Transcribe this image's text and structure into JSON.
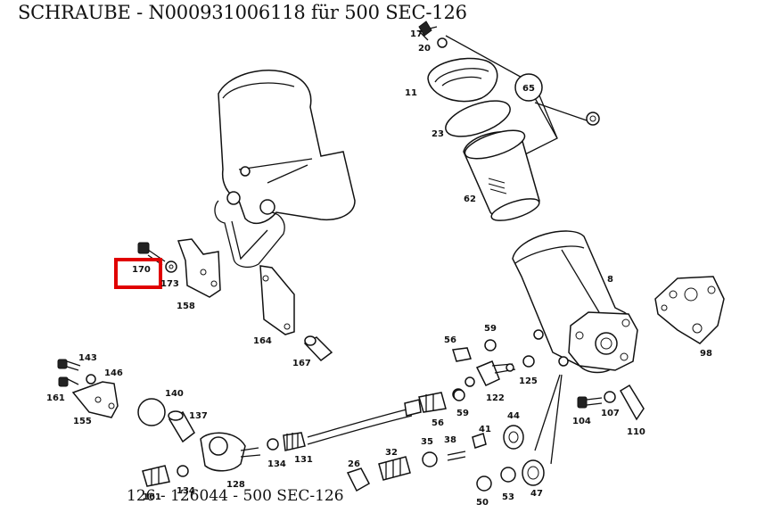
{
  "header": {
    "title": "SCHRAUBE  - N000931006118 für 500 SEC-126"
  },
  "footer": {
    "text": "126 - 126044 - 500 SEC-126"
  },
  "diagram": {
    "highlight_label": "170",
    "highlight_color": "#e00000",
    "labels": {
      "p17": "17",
      "p20": "20",
      "p11": "11",
      "p65": "65",
      "p23": "23",
      "p62": "62",
      "p170": "170",
      "p173": "173",
      "p158": "158",
      "p164": "164",
      "p167": "167",
      "p8": "8",
      "p98": "98",
      "p56a": "56",
      "p59a": "59",
      "p122": "122",
      "p125": "125",
      "p143": "143",
      "p146": "146",
      "p161": "161",
      "p155": "155",
      "p140": "140",
      "p137": "137",
      "p56b": "56",
      "p59b": "59",
      "p104": "104",
      "p107": "107",
      "p110": "110",
      "p44": "44",
      "p41": "41",
      "p38": "38",
      "p35": "35",
      "p32": "32",
      "p26": "26",
      "p134a": "134",
      "p131": "131",
      "p128": "128",
      "p134b": "134",
      "p161b": "161",
      "p50": "50",
      "p53": "53",
      "p47": "47"
    }
  }
}
